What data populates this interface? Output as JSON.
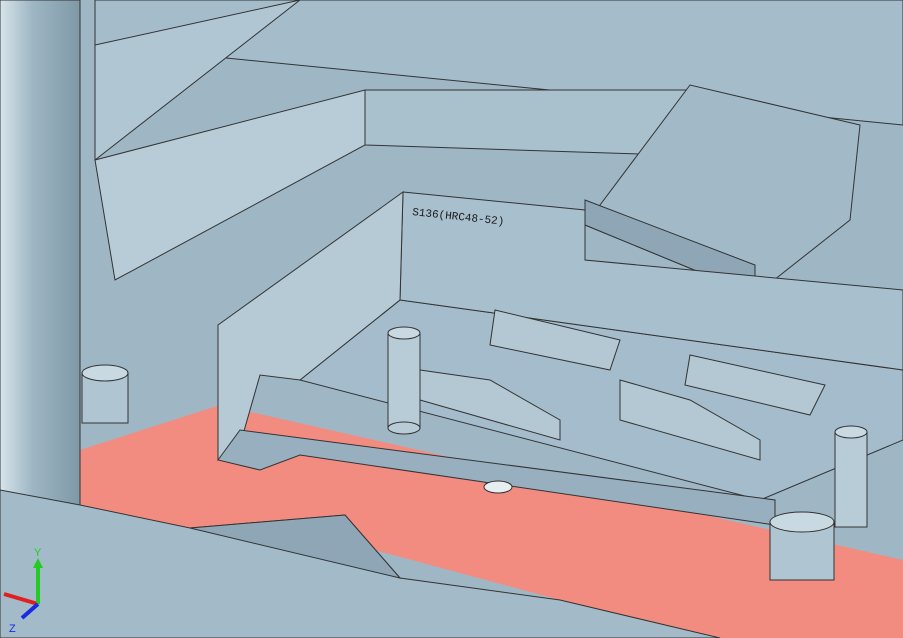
{
  "viewport": {
    "engraving_text": "S136(HRC48-52)",
    "triad": {
      "y_label": "Y",
      "z_label": "Z",
      "x_color": "#e02020",
      "y_color": "#22cc22",
      "z_color": "#1a2ae0"
    },
    "colors": {
      "part": "#9fb7c5",
      "part_light": "#b2c8d4",
      "part_dark": "#7f98a7",
      "plate": "#f28c80",
      "highlight": "#e8382c"
    }
  }
}
